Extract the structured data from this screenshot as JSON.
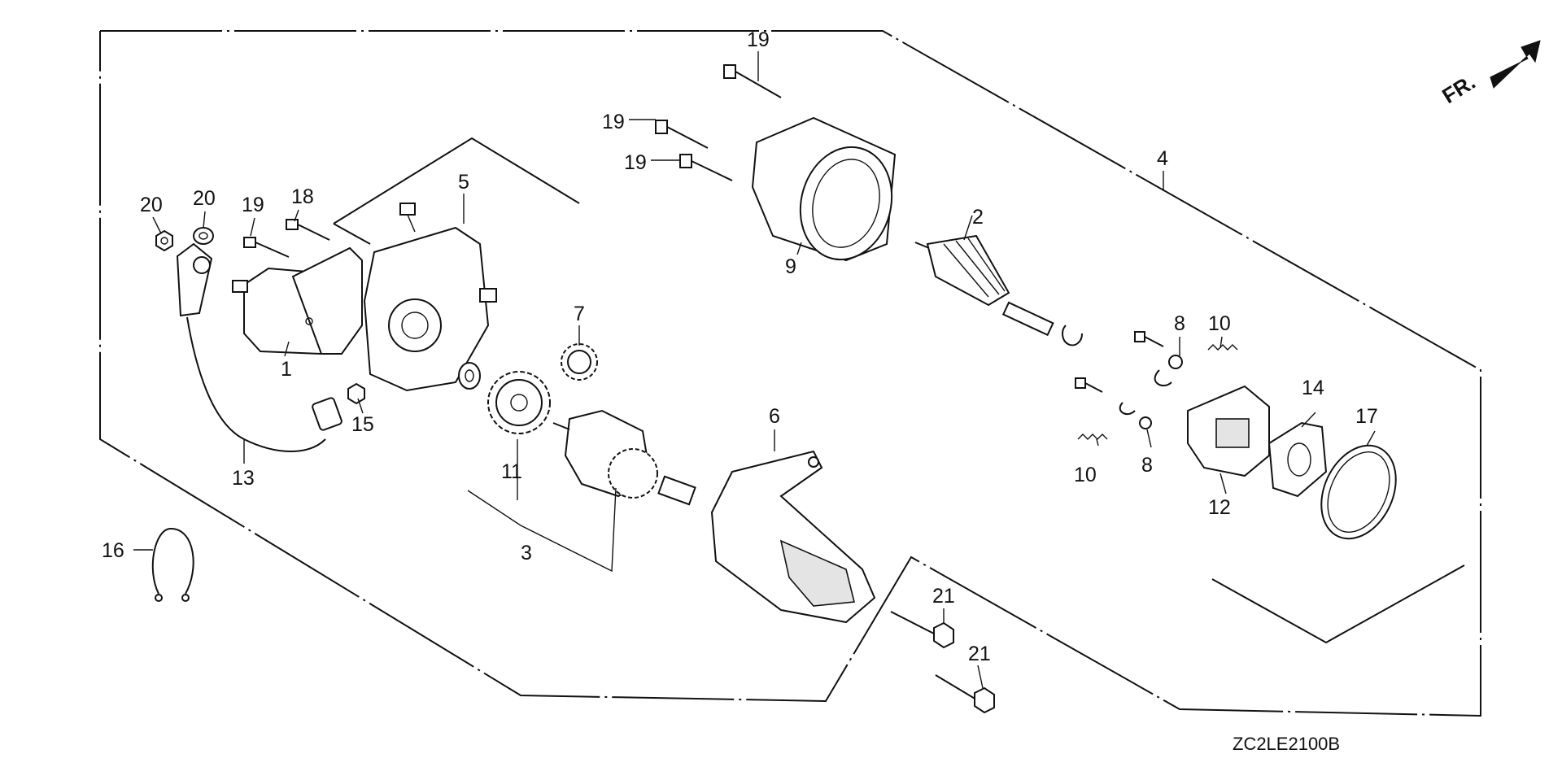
{
  "diagram": {
    "drawing_code": "ZC2LE2100B",
    "direction_label": "FR.",
    "callouts": {
      "c1": "1",
      "c2": "2",
      "c3": "3",
      "c4": "4",
      "c5": "5",
      "c6": "6",
      "c7": "7",
      "c8a": "8",
      "c8b": "8",
      "c9": "9",
      "c10a": "10",
      "c10b": "10",
      "c11": "11",
      "c12": "12",
      "c13": "13",
      "c14": "14",
      "c15": "15",
      "c16": "16",
      "c17": "17",
      "c18": "18",
      "c19a": "19",
      "c19b": "19",
      "c19c": "19",
      "c19d": "19",
      "c20a": "20",
      "c20b": "20",
      "c21a": "21",
      "c21b": "21"
    }
  }
}
